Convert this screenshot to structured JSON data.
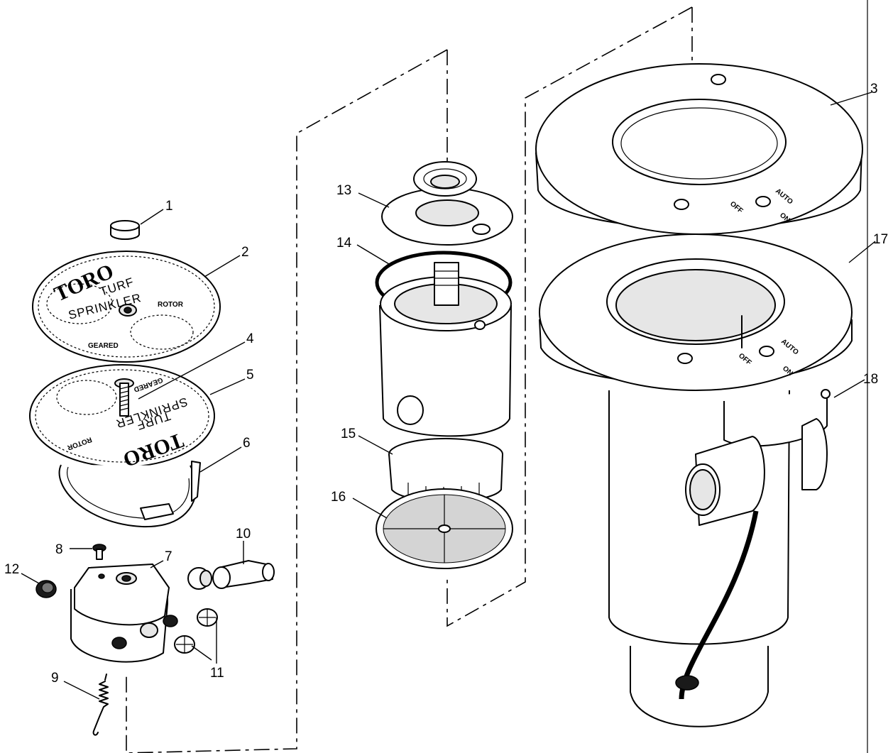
{
  "diagram": {
    "callouts": [
      "1",
      "2",
      "3",
      "4",
      "5",
      "6",
      "7",
      "8",
      "9",
      "10",
      "11",
      "12",
      "13",
      "14",
      "15",
      "16",
      "17",
      "18"
    ],
    "disc_top": {
      "brand": "TORO",
      "line1": "TURF",
      "line2": "SPRINKLER",
      "gear1": "GEARED",
      "gear2": "ROTOR"
    },
    "disc_bottom": {
      "brand": "TORO",
      "line1": "TURF",
      "line2": "SPRINKLER",
      "gear1": "GEARED",
      "gear2": "ROTOR"
    },
    "flange_top": {
      "off": "OFF",
      "auto": "AUTO",
      "on": "ON"
    },
    "flange_lower": {
      "off": "OFF",
      "auto": "AUTO",
      "on": "ON"
    }
  }
}
